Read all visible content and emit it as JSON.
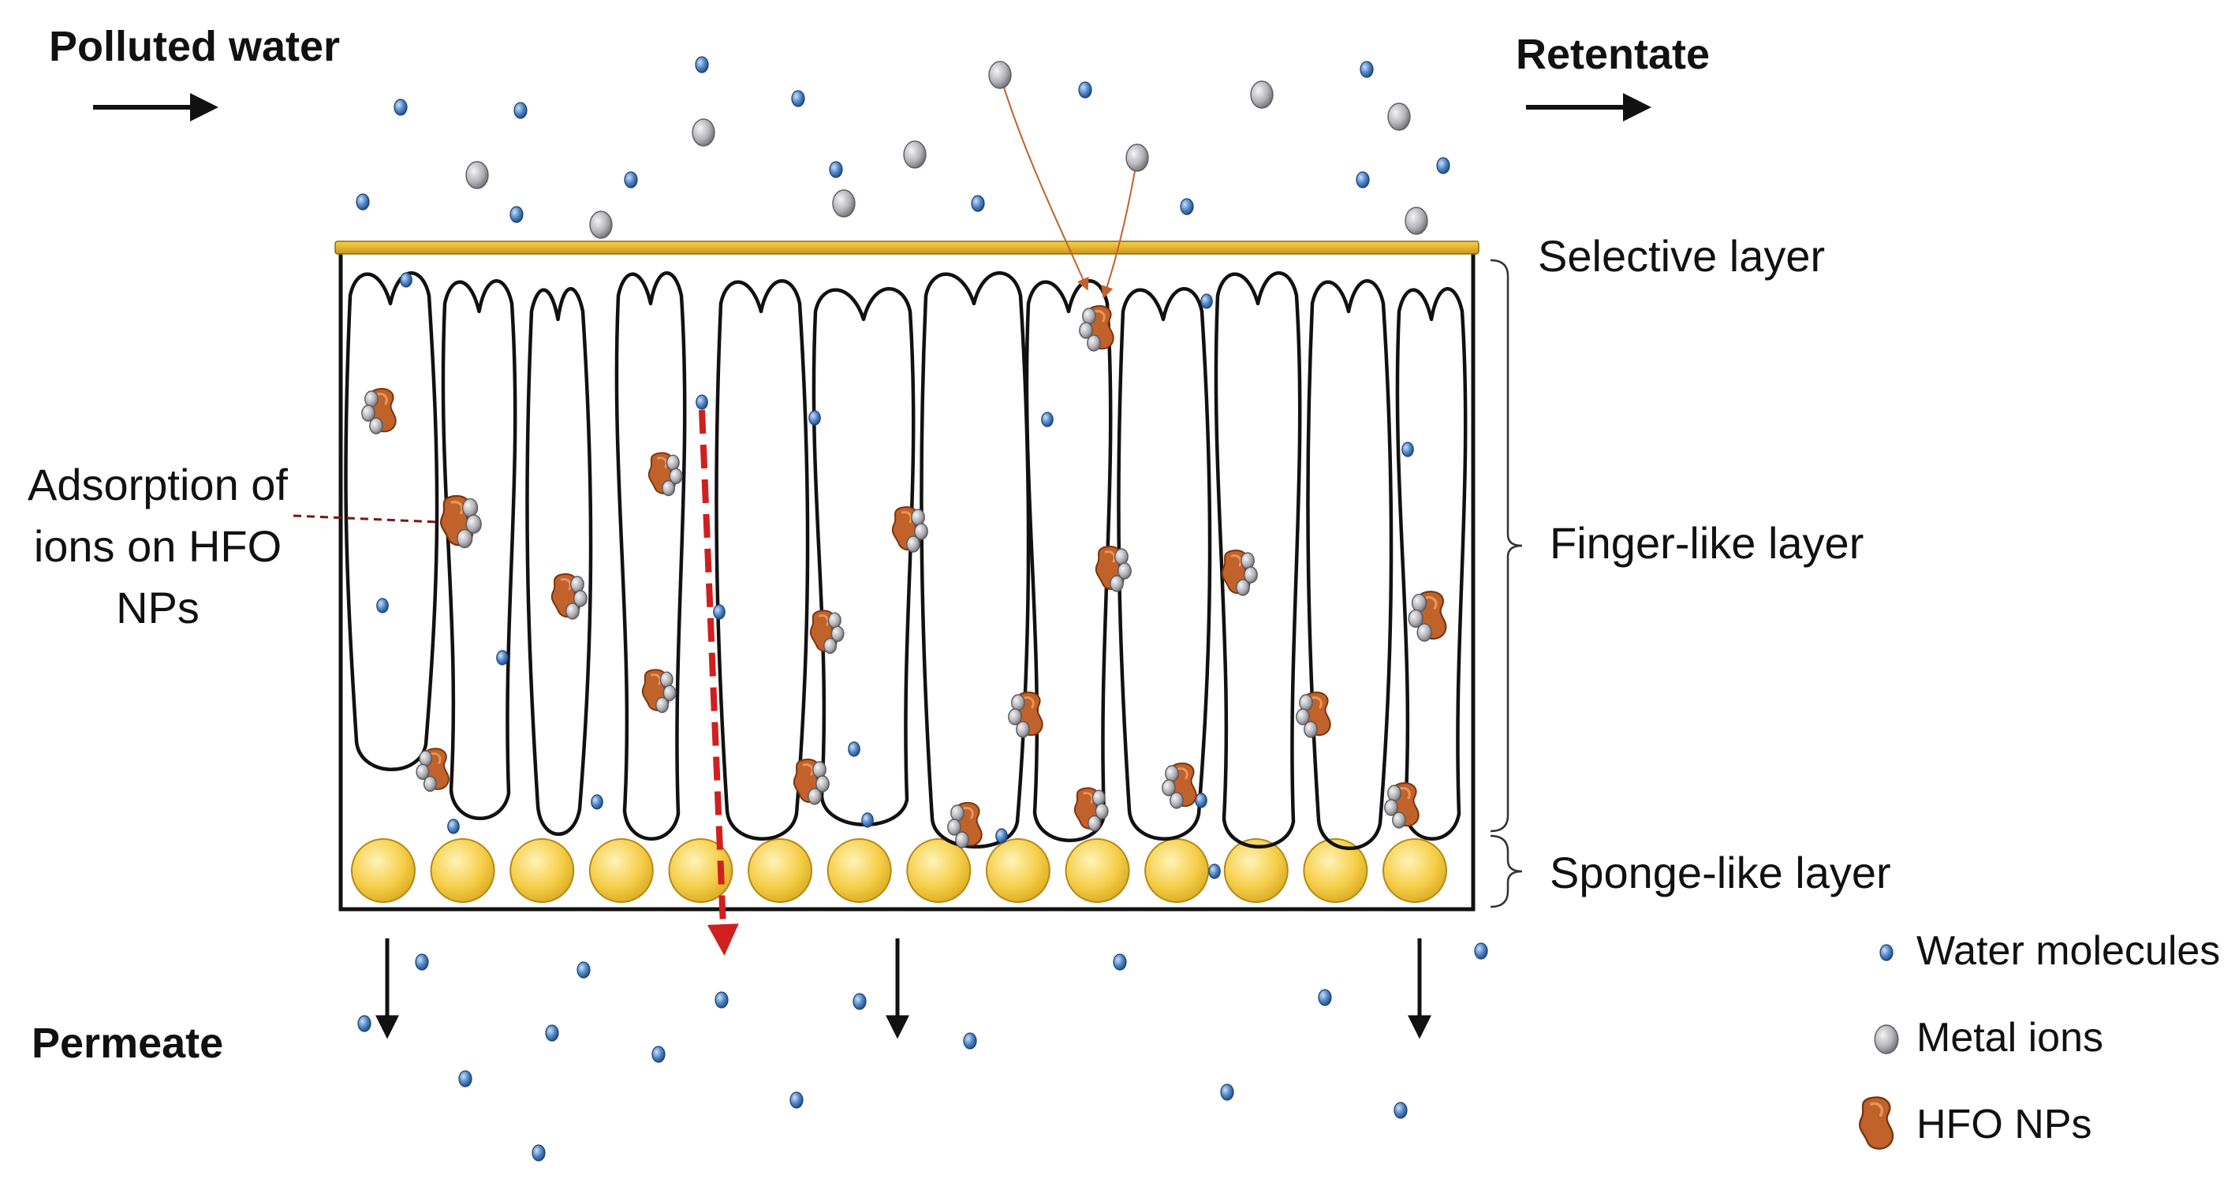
{
  "labels": {
    "polluted_water": "Polluted water",
    "retentate": "Retentate",
    "permeate": "Permeate",
    "selective_layer": "Selective layer",
    "finger_like_layer": "Finger-like layer",
    "sponge_like_layer": "Sponge-like layer",
    "adsorption": [
      "Adsorption of",
      "ions on HFO",
      "NPs"
    ]
  },
  "legend": {
    "water": "Water molecules",
    "metal": "Metal ions",
    "hfo": "HFO NPs"
  },
  "colors": {
    "water": "#3f73b6",
    "metal": "#a9a9ae",
    "hfo": "#c0622a",
    "selective_layer": "#e8b820",
    "sponge": "#f5cd45",
    "flow_arrow": "#d01f1f",
    "outline": "#111111"
  },
  "icons": [
    "arrow-right-icon",
    "arrow-down-icon",
    "water-molecule-icon",
    "metal-ion-icon",
    "hfo-np-icon",
    "brace-icon"
  ]
}
